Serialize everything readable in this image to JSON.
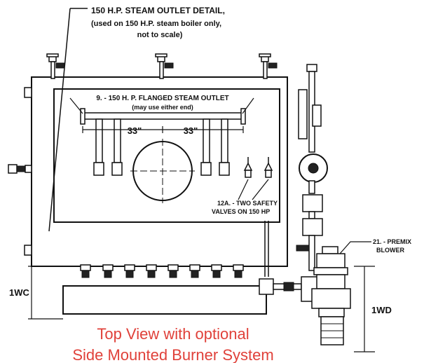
{
  "callouts": {
    "steam_outlet_detail": {
      "line1": "150 H.P. STEAM OUTLET DETAIL,",
      "line2": "(used on 150 H.P. steam boiler only,",
      "line3": "not to scale)"
    },
    "flanged_outlet": {
      "line1": "9. - 150 H. P. FLANGED STEAM OUTLET",
      "line2": "(may use either end)"
    },
    "dimension_left": "33\"",
    "dimension_right": "33\"",
    "safety_valves": {
      "line1": "12A. - TWO SAFETY",
      "line2": "VALVES ON 150 HP"
    },
    "premix_blower": {
      "line1": "21. - PREMIX",
      "line2": "BLOWER"
    },
    "label_1wc": "1WC",
    "label_1wd": "1WD"
  },
  "caption": {
    "line1": "Top View with optional",
    "line2": "Side Mounted Burner System",
    "color": "#e0413a"
  }
}
